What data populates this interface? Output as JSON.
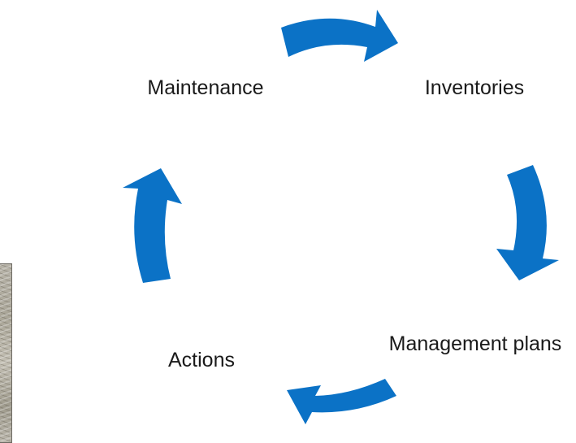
{
  "diagram": {
    "accent_color": "#0b72c6",
    "nodes": [
      {
        "id": "maintenance",
        "label": "Maintenance"
      },
      {
        "id": "inventories",
        "label": "Inventories"
      },
      {
        "id": "management_plans",
        "label": "Management plans"
      },
      {
        "id": "actions",
        "label": "Actions"
      }
    ],
    "cycle_direction": "clockwise",
    "arrow_icon": "curved-arrow-icon",
    "background_image": "aerial-photo-strip"
  }
}
